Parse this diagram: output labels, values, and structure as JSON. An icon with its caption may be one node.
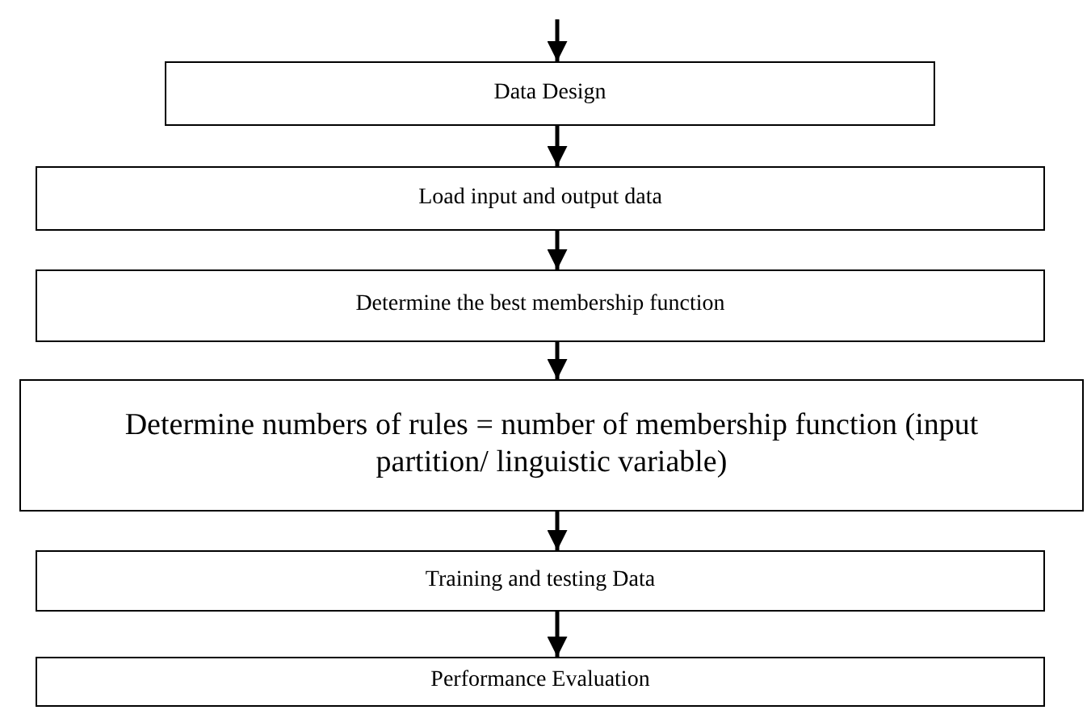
{
  "diagram": {
    "nodes": [
      {
        "text": [
          "Data Design"
        ]
      },
      {
        "text": [
          "Load input and output data"
        ]
      },
      {
        "text": [
          "Determine the best membership function"
        ]
      },
      {
        "text": [
          "Determine numbers of rules = number of membership function (input partition/ linguistic variable)"
        ]
      },
      {
        "text": [
          "Training and testing Data"
        ]
      },
      {
        "text": [
          "Performance Evaluation"
        ]
      }
    ],
    "edges": [
      {
        "from": null,
        "to": 0,
        "arrow": "to"
      },
      {
        "from": 0,
        "to": 1,
        "arrow": "to"
      },
      {
        "from": 1,
        "to": 2,
        "arrow": "to"
      },
      {
        "from": 2,
        "to": 3,
        "arrow": "to"
      },
      {
        "from": 3,
        "to": 4,
        "arrow": "to"
      },
      {
        "from": 4,
        "to": 5,
        "arrow": "to"
      }
    ]
  }
}
